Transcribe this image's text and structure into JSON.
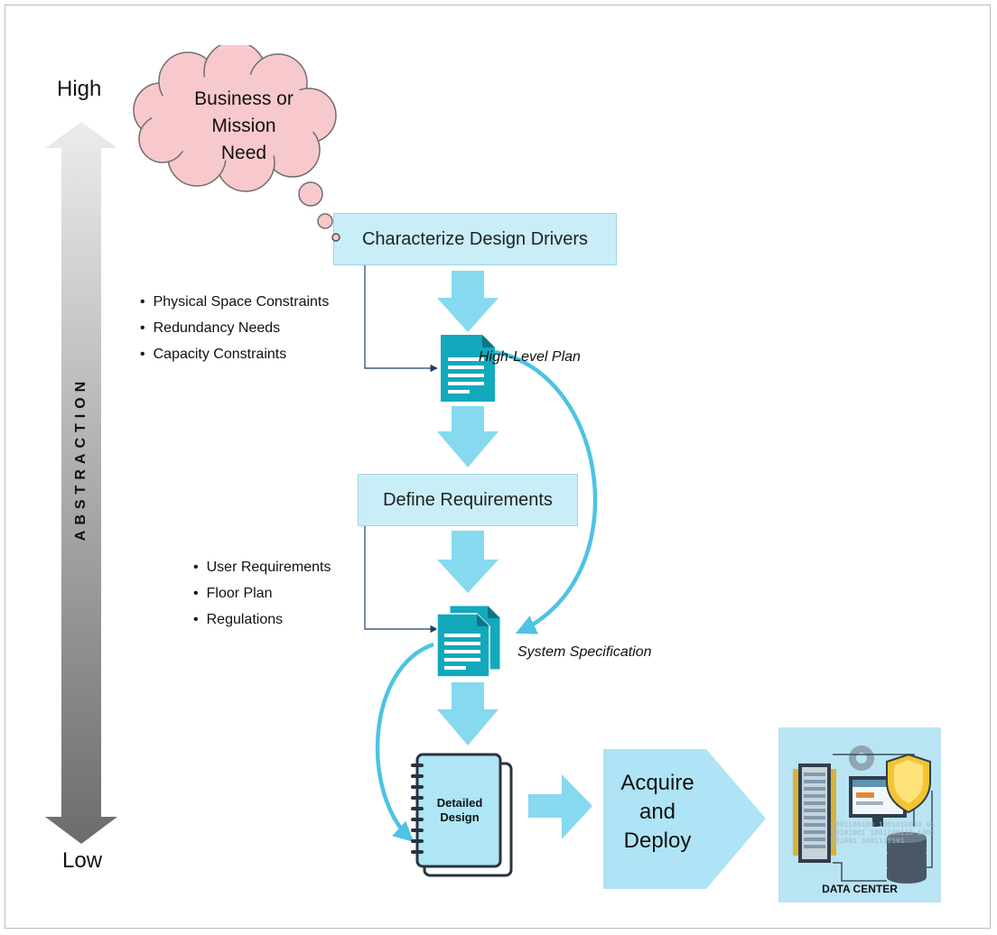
{
  "axis": {
    "high": "High",
    "low": "Low",
    "label": "ABSTRACTION"
  },
  "cloud": {
    "line1": "Business or",
    "line2": "Mission Need"
  },
  "steps": {
    "characterize": "Characterize Design Drivers",
    "define": "Define Requirements",
    "acquire": {
      "line1": "Acquire",
      "line2": "and",
      "line3": "Deploy"
    }
  },
  "drivers": [
    "Physical Space Constraints",
    "Redundancy Needs",
    "Capacity Constraints"
  ],
  "requirements": [
    "User Requirements",
    "Floor Plan",
    "Regulations"
  ],
  "documents": {
    "high_level_plan": "High-Level Plan",
    "system_specification": "System Specification",
    "detailed_design": {
      "line1": "Detailed",
      "line2": "Design"
    }
  },
  "data_center": {
    "label": "DATA CENTER",
    "binary": "1001100100 1001010010 0100101001 1001100110 1001001001 1001110101"
  },
  "colors": {
    "arrow": "#86d9ef",
    "box": "#c9eef8",
    "doc": "#12a9bd",
    "connector": "#4ec3e3",
    "cloud": "#f7c9cc"
  }
}
